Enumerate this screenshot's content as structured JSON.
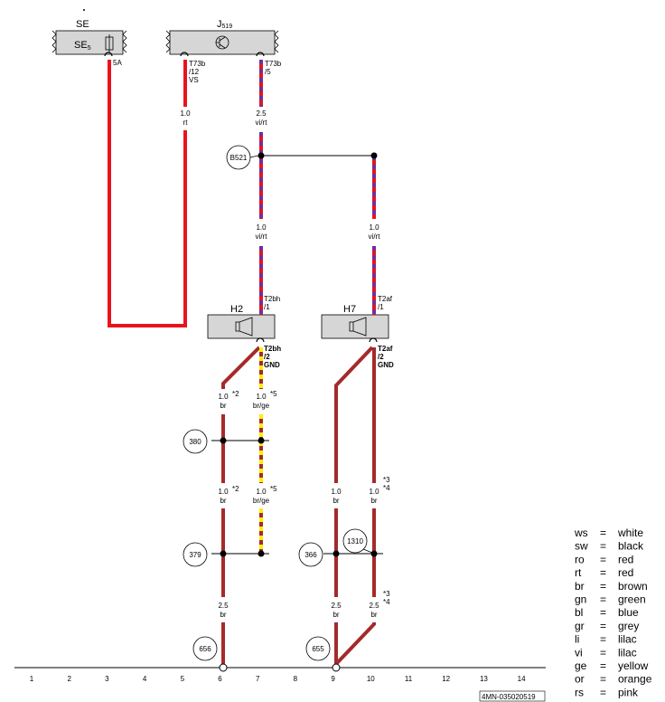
{
  "components": {
    "se": {
      "group": "SE",
      "name": "SE",
      "sub": "5",
      "pin": "5A"
    },
    "j519": {
      "name": "J",
      "sub": "519",
      "pin1": [
        "T73b",
        "/12",
        "VS"
      ],
      "pin2": [
        "T73b",
        "/5"
      ]
    },
    "h2": {
      "name": "H2",
      "top": [
        "T2bh",
        "/1"
      ],
      "bot": [
        "T2bh",
        "/2",
        "GND"
      ]
    },
    "h7": {
      "name": "H7",
      "top": [
        "T2af",
        "/1"
      ],
      "bot": [
        "T2af",
        "/2",
        "GND"
      ]
    }
  },
  "wires": {
    "w_rt": [
      "1.0",
      "rt"
    ],
    "w_vi_a": [
      "2.5",
      "vi/rt"
    ],
    "w_vi_b": [
      "1.0",
      "vi/rt"
    ],
    "w_vi_c": [
      "1.0",
      "vi/rt"
    ],
    "w_br6a": [
      "1.0",
      "br",
      "*2"
    ],
    "w_brge_a": [
      "1.0",
      "br/ge",
      "*5"
    ],
    "w_br6b": [
      "1.0",
      "br",
      "*2"
    ],
    "w_brge_b": [
      "1.0",
      "br/ge",
      "*5"
    ],
    "w_br6c": [
      "2.5",
      "br"
    ],
    "w_br9a": [
      "1.0",
      "br"
    ],
    "w_br10a": [
      "1.0",
      "br",
      "*3",
      "*4"
    ],
    "w_br9b": [
      "2.5",
      "br"
    ],
    "w_br10b": [
      "2.5",
      "br",
      "*3",
      "*4"
    ]
  },
  "nodes": [
    "B521",
    "380",
    "379",
    "366",
    "1310",
    "656",
    "655"
  ],
  "grid_numbers": [
    "1",
    "2",
    "3",
    "4",
    "5",
    "6",
    "7",
    "8",
    "9",
    "10",
    "11",
    "12",
    "13",
    "14"
  ],
  "legend": [
    {
      "code": "ws",
      "eq": "=",
      "name": "white"
    },
    {
      "code": "sw",
      "eq": "=",
      "name": "black"
    },
    {
      "code": "ro",
      "eq": "=",
      "name": "red"
    },
    {
      "code": "rt",
      "eq": "=",
      "name": "red"
    },
    {
      "code": "br",
      "eq": "=",
      "name": "brown"
    },
    {
      "code": "gn",
      "eq": "=",
      "name": "green"
    },
    {
      "code": "bl",
      "eq": "=",
      "name": "blue"
    },
    {
      "code": "gr",
      "eq": "=",
      "name": "grey"
    },
    {
      "code": "li",
      "eq": "=",
      "name": "lilac"
    },
    {
      "code": "vi",
      "eq": "=",
      "name": "lilac"
    },
    {
      "code": "ge",
      "eq": "=",
      "name": "yellow"
    },
    {
      "code": "or",
      "eq": "=",
      "name": "orange"
    },
    {
      "code": "rs",
      "eq": "=",
      "name": "pink"
    }
  ],
  "document_id": "4MN-035020519",
  "colors": {
    "red": "#e8141c",
    "violet": "#6f2f9e",
    "brown": "#a52a2a",
    "yellow": "#ffee00",
    "box": "#d6d6d6",
    "ink": "#000000"
  }
}
